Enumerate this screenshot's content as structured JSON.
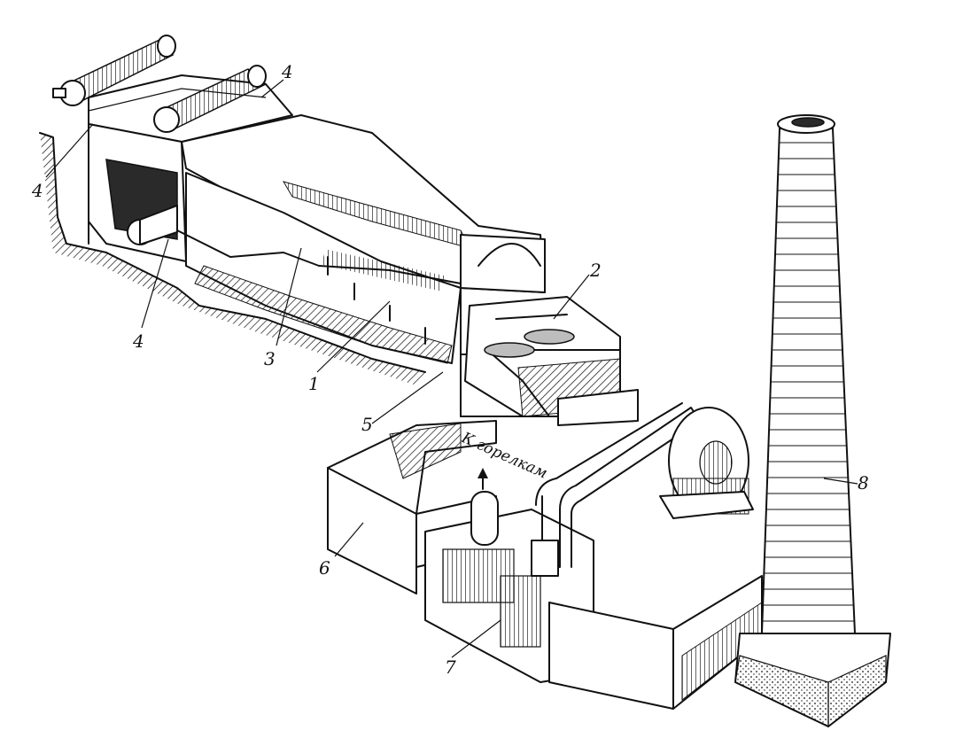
{
  "callouts": {
    "c1": "1",
    "c2": "2",
    "c3": "3",
    "c4a": "4",
    "c4b": "4",
    "c4c": "4",
    "c5": "5",
    "c6": "6",
    "c7": "7",
    "c8": "8"
  },
  "annotation": "К горелкам"
}
